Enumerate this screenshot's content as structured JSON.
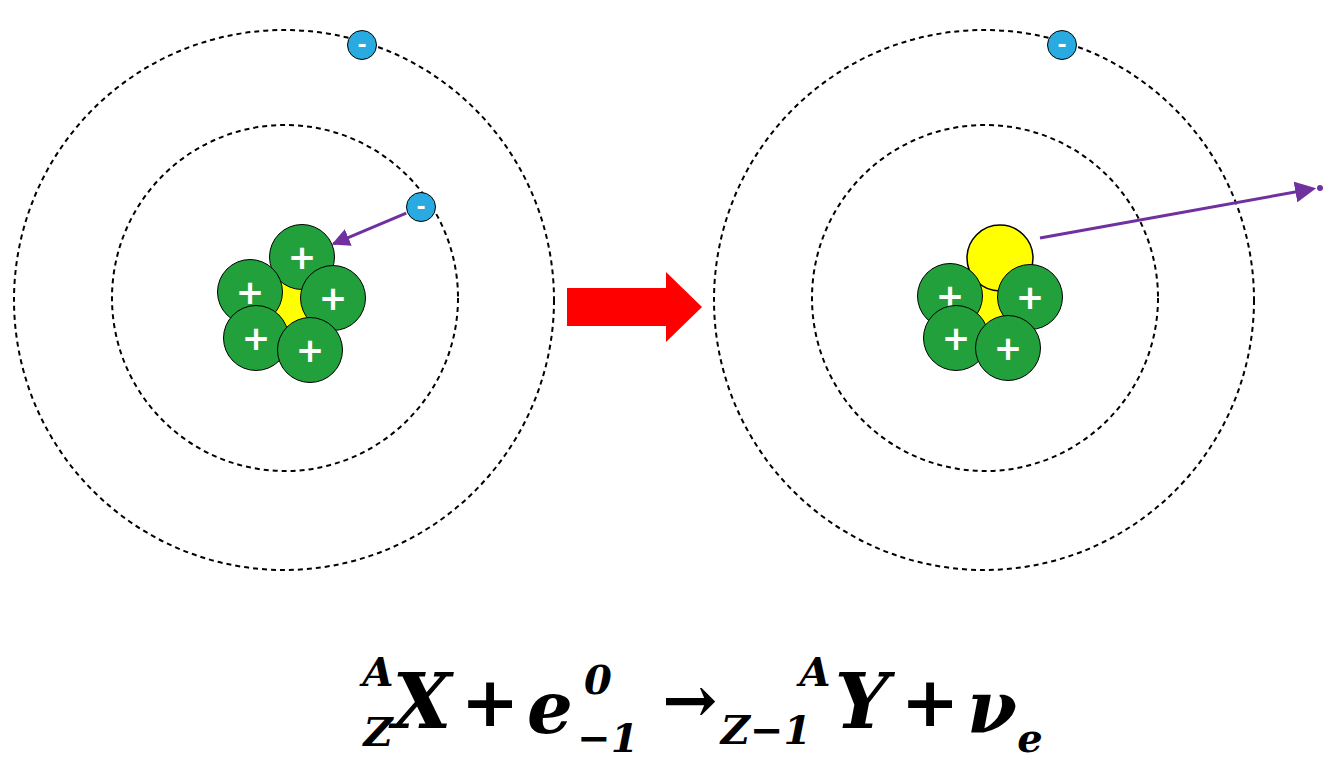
{
  "diagram": {
    "nodes": [
      {
        "text": [
          "-"
        ]
      },
      {
        "text": [
          "-"
        ]
      },
      {
        "text": [
          "+"
        ]
      },
      {
        "text": [
          "+"
        ]
      },
      {
        "text": [
          "+"
        ]
      },
      {
        "text": [
          "+"
        ]
      },
      {
        "text": [
          "+"
        ]
      },
      {
        "text": [
          "-"
        ]
      },
      {
        "text": [
          "+"
        ]
      },
      {
        "text": [
          "+"
        ]
      },
      {
        "text": [
          "+"
        ]
      },
      {
        "text": [
          "+"
        ]
      }
    ],
    "edges": [
      {
        "from": 1,
        "to": 2,
        "arrow": "to"
      }
    ],
    "labels": [
      "A",
      "Z",
      "X",
      "+",
      "e",
      "0",
      "−1",
      "→",
      "A",
      "Z−1",
      "Y",
      "+",
      "ν",
      "e"
    ]
  }
}
